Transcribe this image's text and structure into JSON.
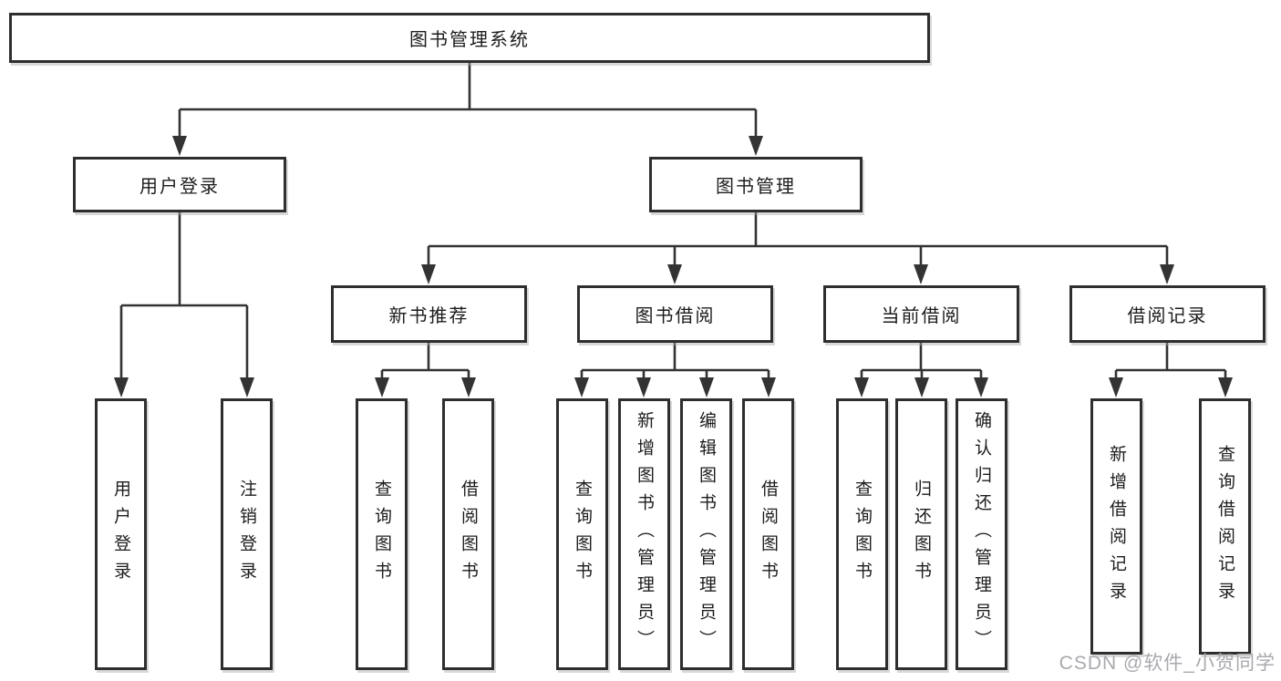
{
  "tree": {
    "label": "图书管理系统",
    "children": [
      {
        "label": "用户登录",
        "children": [
          {
            "label": "用户登录"
          },
          {
            "label": "注销登录"
          }
        ]
      },
      {
        "label": "图书管理",
        "children": [
          {
            "label": "新书推荐",
            "children": [
              {
                "label": "查询图书"
              },
              {
                "label": "借阅图书"
              }
            ]
          },
          {
            "label": "图书借阅",
            "children": [
              {
                "label": "查询图书"
              },
              {
                "label": "新增图书（管理员）"
              },
              {
                "label": "编辑图书（管理员）"
              },
              {
                "label": "借阅图书"
              }
            ]
          },
          {
            "label": "当前借阅",
            "children": [
              {
                "label": "查询图书"
              },
              {
                "label": "归还图书"
              },
              {
                "label": "确认归还（管理员）"
              }
            ]
          },
          {
            "label": "借阅记录",
            "children": [
              {
                "label": "新增借阅记录"
              },
              {
                "label": "查询借阅记录"
              }
            ]
          }
        ]
      }
    ]
  },
  "watermark": {
    "text": "CSDN @软件_小贺同学"
  },
  "colors": {
    "line": "#333333",
    "box_border": "#2e2e2e",
    "text": "#1c1c1e",
    "watermark_gray": "#a9a9af",
    "background": "#ffffff"
  }
}
